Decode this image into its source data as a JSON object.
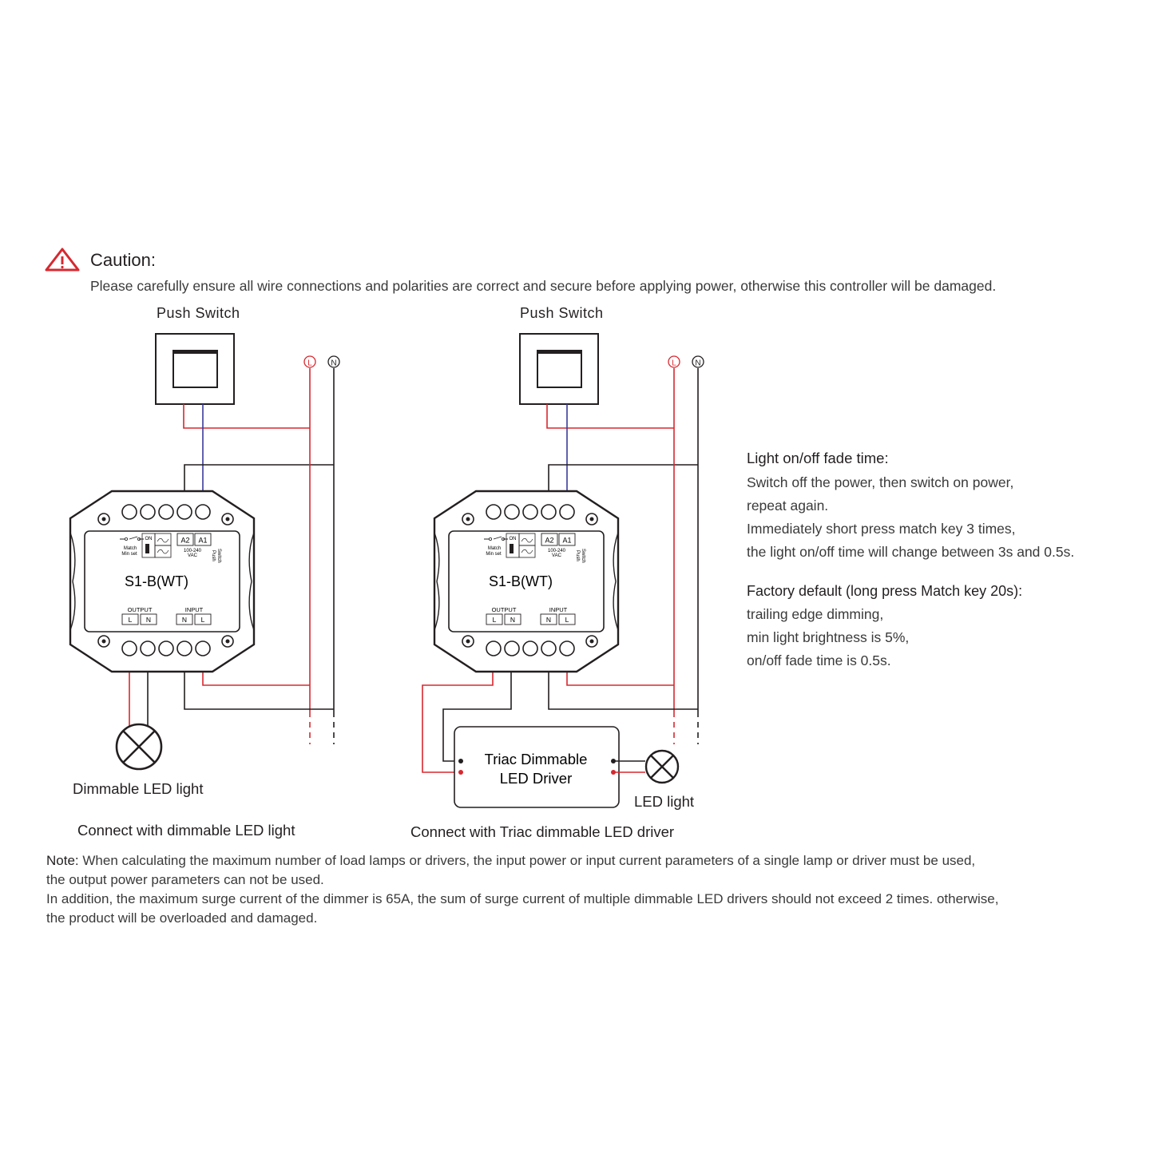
{
  "caption": {
    "title": "Caution:",
    "text": "Please carefully ensure all wire connections and polarities are correct and secure before applying power, otherwise this controller will be damaged."
  },
  "left_diagram": {
    "push_switch": "Push Switch",
    "terminal_L": "L",
    "terminal_N": "N",
    "device_model": "S1-B(WT)",
    "output_label": "OUTPUT",
    "input_label": "INPUT",
    "load_label": "Dimmable LED light",
    "caption": "Connect with dimmable LED light"
  },
  "right_diagram": {
    "push_switch": "Push Switch",
    "terminal_L": "L",
    "terminal_N": "N",
    "device_model": "S1-B(WT)",
    "output_label": "OUTPUT",
    "input_label": "INPUT",
    "driver_line1": "Triac Dimmable",
    "driver_line2": "LED Driver",
    "load_label": "LED light",
    "caption": "Connect with Triac dimmable LED driver"
  },
  "device_panel": {
    "match_label": "Match",
    "minset_label": "Min set",
    "on_label": "ON",
    "a2": "A2",
    "a1": "A1",
    "voltage": "100-240",
    "vac": "VAC",
    "push": "Push",
    "switch": "Switch",
    "L": "L",
    "N": "N"
  },
  "info": {
    "fade_heading": "Light on/off fade time:",
    "fade_lines": [
      "Switch off the power, then switch on power,",
      "repeat again.",
      "Immediately short press match key 3 times,",
      "the light on/off time will change between 3s and 0.5s."
    ],
    "factory_heading": "Factory default (long press Match key 20s):",
    "factory_lines": [
      "trailing edge dimming,",
      "min light brightness is 5%,",
      "on/off fade time is 0.5s."
    ]
  },
  "note": {
    "label": "Note:",
    "line1": " When calculating the maximum number of load lamps or drivers, the input power or input current parameters of a single lamp or driver must be used,",
    "line2": "the output power parameters can not be used.",
    "line3": "In addition, the maximum surge current of the dimmer is 65A, the sum of surge current of multiple dimmable LED drivers should not exceed 2 times. otherwise,",
    "line4": "the product will be overloaded and damaged."
  },
  "colors": {
    "live_wire": "#d7282f",
    "neutral_wire": "#231f20",
    "switch_wire": "#3a3a9a",
    "warning": "#d7282f"
  }
}
